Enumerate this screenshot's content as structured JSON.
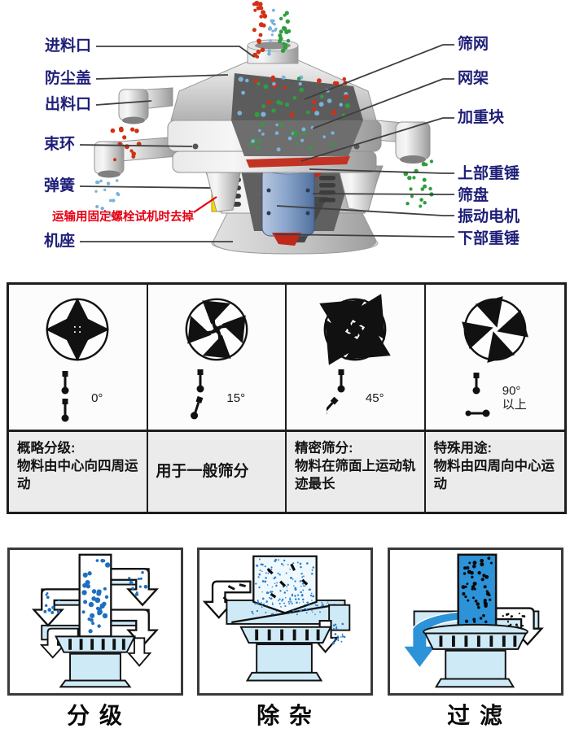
{
  "diagram": {
    "left_labels": [
      "进料口",
      "防尘盖",
      "出料口",
      "束环",
      "弹簧",
      "机座"
    ],
    "warning_label": "运输用固定螺栓试机时去掉",
    "right_labels": [
      "筛网",
      "网架",
      "加重块",
      "上部重锤",
      "筛盘",
      "振动电机",
      "下部重锤"
    ]
  },
  "motion_table": {
    "columns": [
      {
        "icon": "cross-arrows-icon",
        "phase_icon": "phase-0-icon",
        "angle": "0°",
        "angle_suffix": "",
        "title": "概略分级:",
        "body": "物料由中心向四周运动"
      },
      {
        "icon": "mild-swirl-arrows-icon",
        "phase_icon": "phase-15-icon",
        "angle": "15°",
        "angle_suffix": "",
        "title": "",
        "body": "用于一般筛分"
      },
      {
        "icon": "strong-swirl-arrows-icon",
        "phase_icon": "phase-45-icon",
        "angle": "45°",
        "angle_suffix": "",
        "title": "精密筛分:",
        "body": "物料在筛面上运动轨迹最长"
      },
      {
        "icon": "inward-arrows-icon",
        "phase_icon": "phase-90-icon",
        "angle": "90°",
        "angle_suffix": "以上",
        "title": "特殊用途:",
        "body": "物料由四周向中心运动"
      }
    ]
  },
  "applications": [
    {
      "name": "grading",
      "caption": "分 级"
    },
    {
      "name": "impurity-removal",
      "caption": "除 杂"
    },
    {
      "name": "filtration",
      "caption": "过 滤"
    }
  ],
  "colors": {
    "label_text": "#1e1e78",
    "warning_text": "#e60012",
    "callout_line": "#3f3f3f",
    "dot_red": "#d23014",
    "dot_green": "#2f9e3f",
    "dot_blue": "#79b2dc",
    "motor_blue": "#7d9cc4",
    "bolt_yellow": "#ffd900",
    "panel_light_blue": "#cfeaf7",
    "material_blue": "#1f6fc0",
    "liquid_blue": "#2d93d8",
    "table_row2_bg": "#ebebeb"
  }
}
